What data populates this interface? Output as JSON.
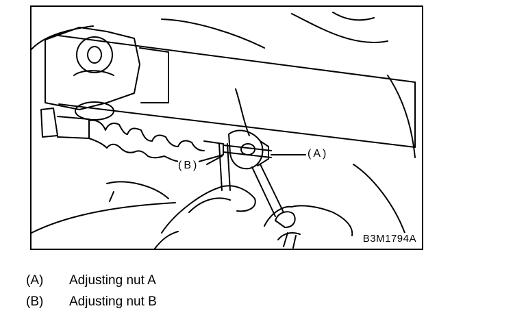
{
  "figure": {
    "callouts": {
      "a": "(A)",
      "b": "(B)"
    },
    "code": "B3M1794A"
  },
  "legend": [
    {
      "key": "(A)",
      "text": "Adjusting nut A"
    },
    {
      "key": "(B)",
      "text": "Adjusting nut B"
    }
  ]
}
